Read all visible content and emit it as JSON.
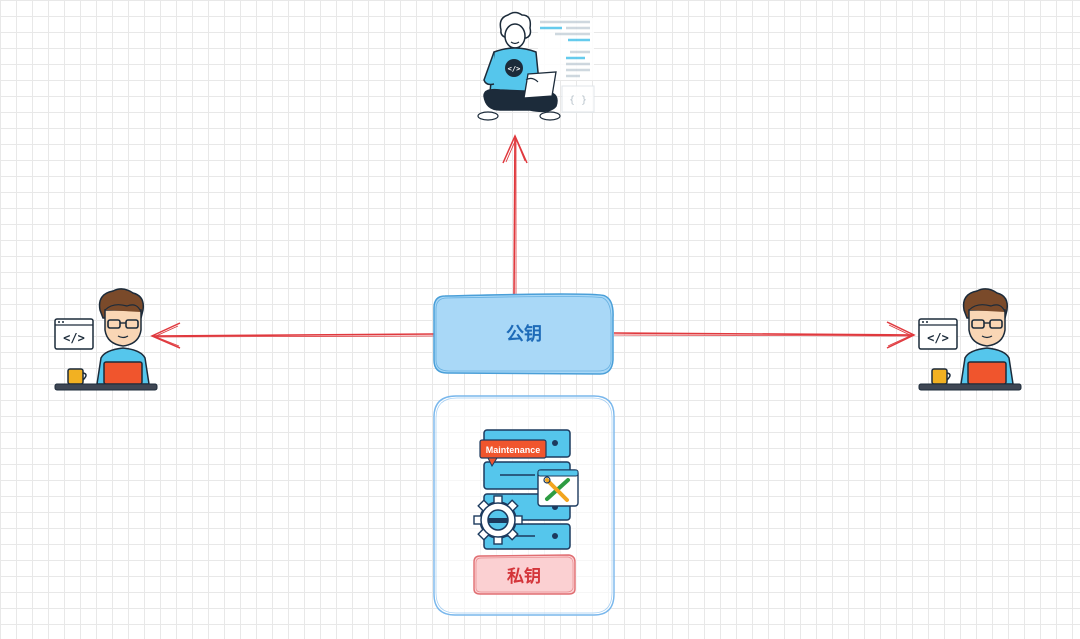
{
  "diagram": {
    "public_key_label": "公钥",
    "private_key_label": "私钥",
    "maintenance_tag": "Maintenance",
    "code_glyph": "</>",
    "colors": {
      "arrow": "#e0393e",
      "public_box_fill": "#a9d8f7",
      "public_box_stroke": "#4a9fd8",
      "public_label": "#1e6bb8",
      "private_box_fill": "#fbd0d2",
      "private_box_stroke": "#e06e72",
      "private_label": "#d4353a",
      "server_fill": "#55c6ec",
      "maintenance_fill": "#f0552d",
      "container_stroke": "#79b7ec"
    }
  }
}
